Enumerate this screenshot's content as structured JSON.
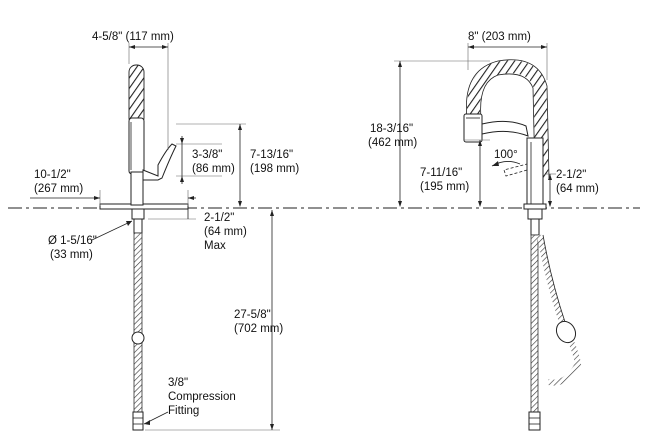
{
  "left_view": {
    "dim_top_width": "4-5/8\" (117 mm)",
    "dim_handle_reach_a": "3-3/8\"",
    "dim_handle_reach_b": "(86 mm)",
    "dim_spout_height_a": "7-13/16\"",
    "dim_spout_height_b": "(198 mm)",
    "dim_base_plate_a": "10-1/2\"",
    "dim_base_plate_b": "(267 mm)",
    "dim_hole_dia_a": "Ø 1-5/16\"",
    "dim_hole_dia_b": "(33 mm)",
    "dim_deck_max_a": "2-1/2\"",
    "dim_deck_max_b": "(64 mm)",
    "dim_deck_max_c": "Max",
    "dim_supply_length_a": "27-5/8\"",
    "dim_supply_length_b": "(702 mm)",
    "fitting_a": "3/8\"",
    "fitting_b": "Compression",
    "fitting_c": "Fitting"
  },
  "right_view": {
    "dim_coil_width": "8\" (203 mm)",
    "dim_total_height_a": "18-3/16\"",
    "dim_total_height_b": "(462 mm)",
    "dim_spray_height_a": "7-11/16\"",
    "dim_spray_height_b": "(195 mm)",
    "dim_angle": "100°",
    "dim_deck_a": "2-1/2\"",
    "dim_deck_b": "(64 mm)"
  }
}
